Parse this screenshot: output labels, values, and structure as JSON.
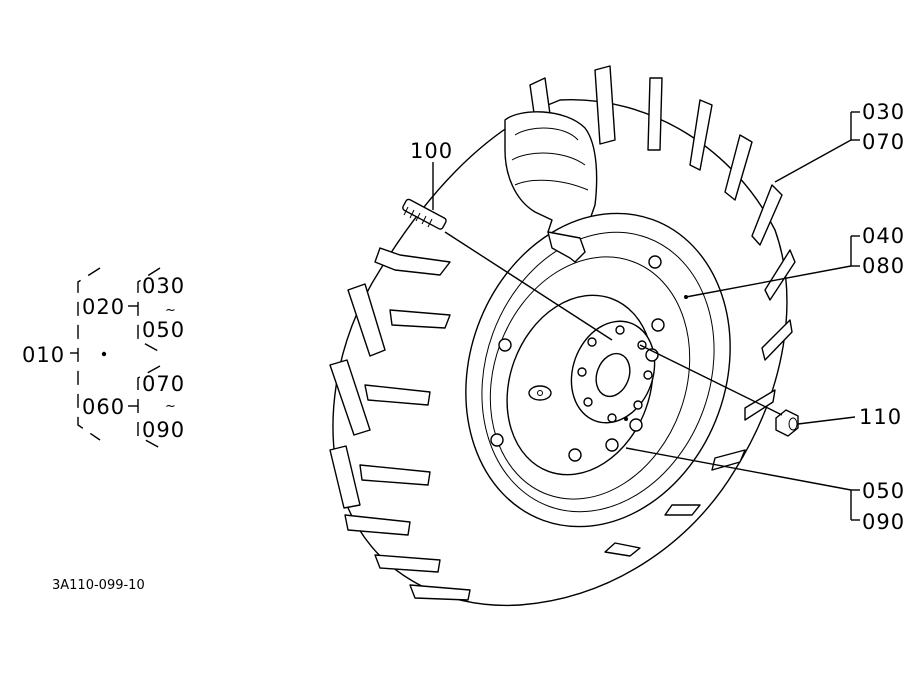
{
  "labels": {
    "p010": "010",
    "p020": "020",
    "p030_tree": "030",
    "p050_tree": "050",
    "p060": "060",
    "p070_tree": "070",
    "p090_tree": "090",
    "p100": "100",
    "p030": "030",
    "p070": "070",
    "p040": "040",
    "p080": "080",
    "p110": "110",
    "p050": "050",
    "p090": "090"
  },
  "drawing_code": "3A110-099-10"
}
